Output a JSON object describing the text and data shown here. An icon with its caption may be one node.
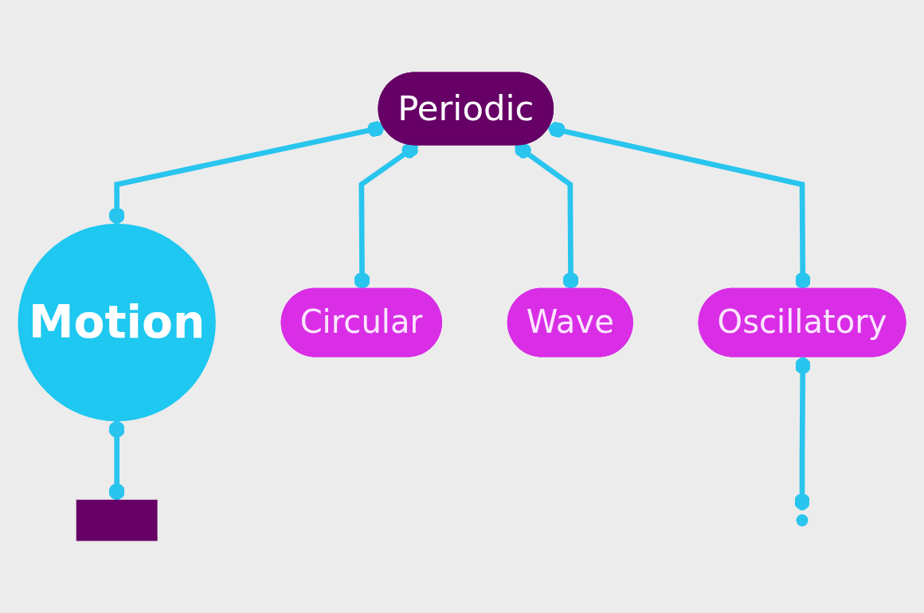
{
  "diagram": {
    "nodes": [
      {
        "text": [
          "Periodic"
        ]
      },
      {
        "text": [
          "Motion"
        ]
      },
      {
        "text": [],
        "shape": "box"
      },
      {
        "text": [
          "Circular"
        ]
      },
      {
        "text": [
          "Wave"
        ]
      },
      {
        "text": [
          "Oscillatory"
        ]
      }
    ],
    "edges": [
      {
        "from": 0,
        "to": 1,
        "arrow": "other"
      },
      {
        "from": 1,
        "to": 2,
        "arrow": "other"
      },
      {
        "from": 0,
        "to": 3,
        "arrow": "other"
      },
      {
        "from": 0,
        "to": 5,
        "arrow": "other"
      },
      {
        "from": 0,
        "to": 4,
        "arrow": "other"
      },
      {
        "from": 5,
        "to": null,
        "arrow": "other"
      }
    ]
  }
}
